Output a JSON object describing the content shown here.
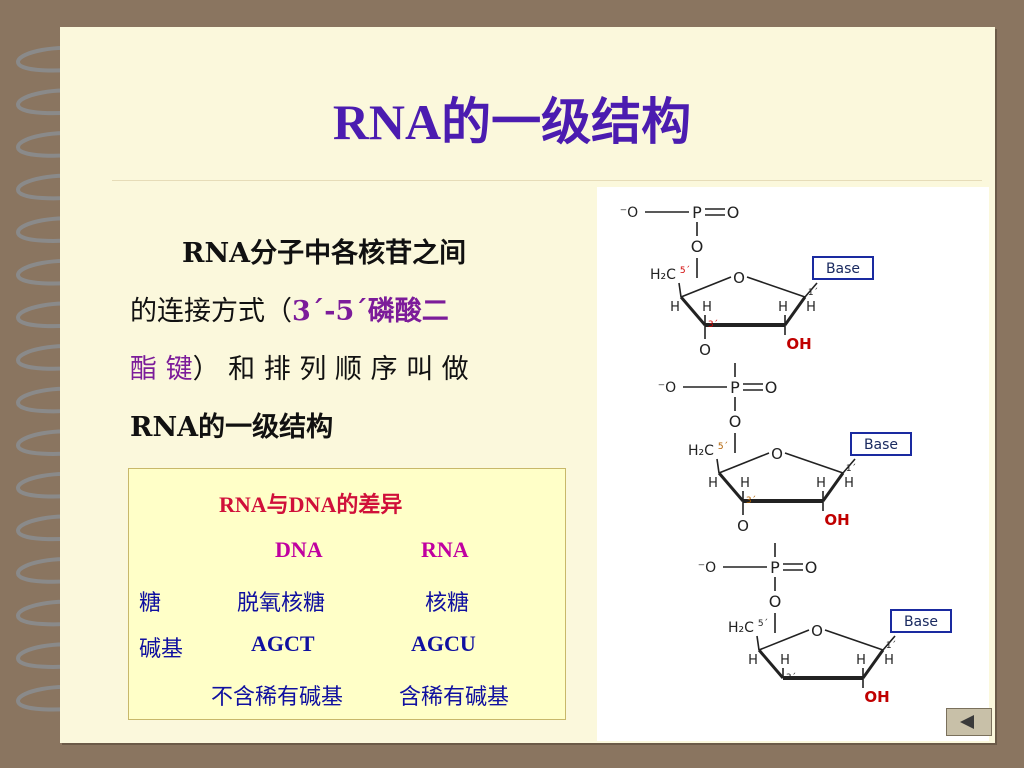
{
  "title": "RNA的一级结构",
  "paragraph": {
    "line1": "RNA分子中各核苷之间",
    "line2_pre": "的连接方式（",
    "line2_hl": "3´-5´磷酸二",
    "line3_hl": "酯 键",
    "line3_post": "） 和 排 列 顺 序 叫 做",
    "line4": "RNA的一级结构"
  },
  "comparison": {
    "caption": "RNA与DNA的差异",
    "headers": [
      "DNA",
      "RNA"
    ],
    "rows": [
      {
        "label": "糖",
        "dna": "脱氧核糖",
        "rna": "核糖"
      },
      {
        "label": "碱基",
        "dna": "AGCT",
        "rna": "AGCU"
      },
      {
        "label": "",
        "dna": "不含稀有碱基",
        "rna": "含稀有碱基"
      }
    ]
  },
  "diagram": {
    "base_label": "Base",
    "oh_label": "OH",
    "h_label": "H",
    "o_label": "O",
    "p_label": "P",
    "h2c_label": "H₂C",
    "five_prime": "5´",
    "three_prime": "3´",
    "one_prime": "1´",
    "minus_o": "⁻O"
  },
  "nav": {
    "back_icon": "left-triangle-icon"
  },
  "colors": {
    "title": "#4b1cb0",
    "highlight": "#7c1c9a",
    "caption": "#d0103a",
    "header": "#c000a0",
    "table_text": "#1010a0",
    "base_box": "#1a2aa0",
    "oh": "#c00000"
  }
}
